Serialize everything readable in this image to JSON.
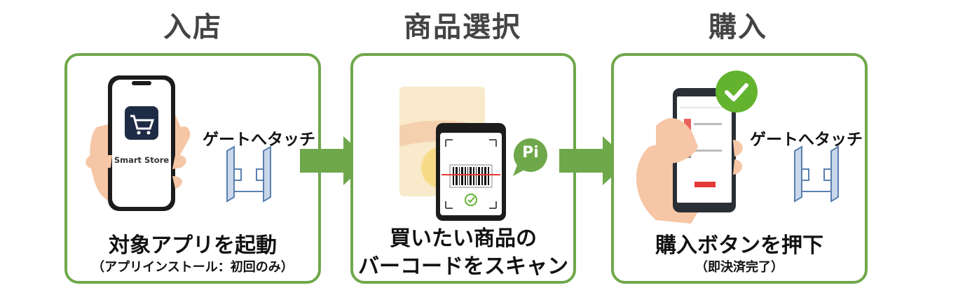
{
  "steps": [
    {
      "heading": "入店",
      "caption_lines": [
        "対象アプリを起動"
      ],
      "sub_caption": "（アプリインストール：初回のみ）",
      "app_name": "Smart Store",
      "gate_label": "ゲートへタッチ"
    },
    {
      "heading": "商品選択",
      "caption_lines": [
        "買いたい商品の",
        "バーコードをスキャン"
      ],
      "badge_text": "Pi"
    },
    {
      "heading": "購入",
      "caption_lines": [
        "購入ボタンを押下"
      ],
      "sub_caption": "（即決済完了）",
      "gate_label": "ゲートへタッチ"
    }
  ],
  "colors": {
    "panel_border": "#6fa84b",
    "arrow": "#6fa84b",
    "heading_text": "#444444",
    "check_badge": "#63b32e",
    "app_icon_bg": "#1e2b45",
    "gate": "#5b7fb0"
  },
  "icons": [
    "hand-phone-icon",
    "cart-icon",
    "gate-icon",
    "arrow-right-icon",
    "snack-bag-icon",
    "barcode-icon",
    "speech-bubble-icon",
    "checkmark-icon"
  ]
}
